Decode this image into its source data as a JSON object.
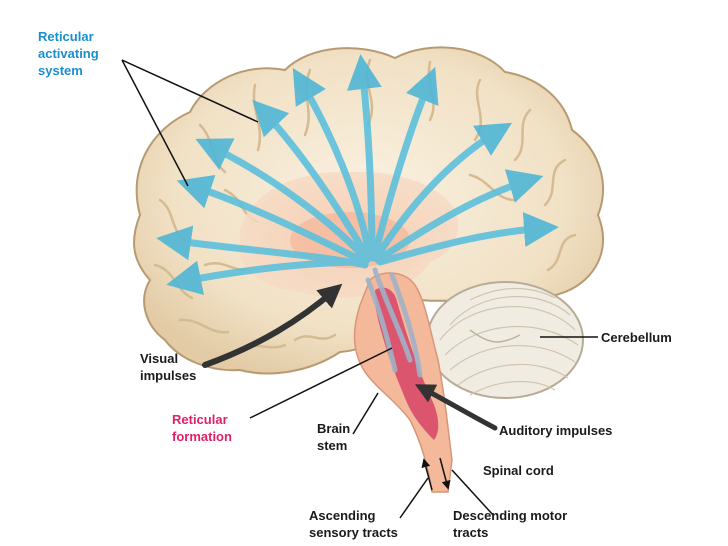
{
  "labels": {
    "reticular_activating_system": "Reticular\nactivating\nsystem",
    "visual_impulses": "Visual\nimpulses",
    "reticular_formation": "Reticular\nformation",
    "brain_stem": "Brain\nstem",
    "cerebellum": "Cerebellum",
    "auditory_impulses": "Auditory impulses",
    "spinal_cord": "Spinal cord",
    "ascending_sensory_tracts": "Ascending\nsensory tracts",
    "descending_motor_tracts": "Descending motor\ntracts"
  },
  "colors": {
    "ras_label": "#1a8fd0",
    "reticular_formation_label": "#e0206a",
    "label_default": "#1a1a1a",
    "cortex": "#f3e6cf",
    "cortex_shadow": "#d9c4a0",
    "inner_region": "#f6c8b0",
    "brainstem": "#f4b89a",
    "reticular_formation": "#d84a6a",
    "cerebellum": "#f1ece2",
    "arrow": "#5cc0dc",
    "impulse_arrow": "#333333"
  }
}
